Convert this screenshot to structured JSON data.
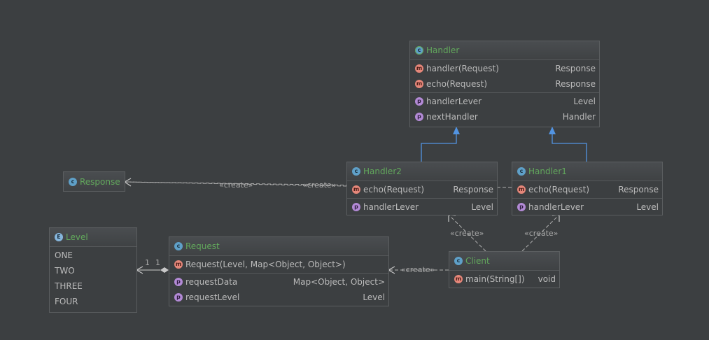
{
  "nodes": {
    "handler": {
      "name": "Handler",
      "icon": "abstract-class-icon",
      "methods": [
        {
          "name": "handler(Request)",
          "type": "Response"
        },
        {
          "name": "echo(Request)",
          "type": "Response"
        }
      ],
      "props": [
        {
          "name": "handlerLever",
          "type": "Level"
        },
        {
          "name": "nextHandler",
          "type": "Handler"
        }
      ]
    },
    "handler2": {
      "name": "Handler2",
      "icon": "class-icon",
      "methods": [
        {
          "name": "echo(Request)",
          "type": "Response"
        }
      ],
      "props": [
        {
          "name": "handlerLever",
          "type": "Level"
        }
      ]
    },
    "handler1": {
      "name": "Handler1",
      "icon": "class-icon",
      "methods": [
        {
          "name": "echo(Request)",
          "type": "Response"
        }
      ],
      "props": [
        {
          "name": "handlerLever",
          "type": "Level"
        }
      ]
    },
    "response": {
      "name": "Response",
      "icon": "class-icon"
    },
    "level": {
      "name": "Level",
      "icon": "enum-icon",
      "values": [
        "ONE",
        "TWO",
        "THREE",
        "FOUR"
      ]
    },
    "request": {
      "name": "Request",
      "icon": "class-icon",
      "methods": [
        {
          "name": "Request(Level, Map<Object, Object>)",
          "type": ""
        }
      ],
      "props": [
        {
          "name": "requestData",
          "type": "Map<Object, Object>"
        },
        {
          "name": "requestLevel",
          "type": "Level"
        }
      ]
    },
    "client": {
      "name": "Client",
      "icon": "class-icon",
      "methods": [
        {
          "name": "main(String[])",
          "type": "void"
        }
      ]
    }
  },
  "labels": {
    "create": "«create»",
    "mult_left": "1",
    "mult_right": "1"
  },
  "colors": {
    "background": "#3c3f41",
    "title": "#62a85c",
    "inherit": "#5294e2",
    "dependency": "#b0b0b0"
  },
  "icon_glyphs": {
    "class": "c",
    "enum": "E",
    "method": "m",
    "prop": "p"
  }
}
